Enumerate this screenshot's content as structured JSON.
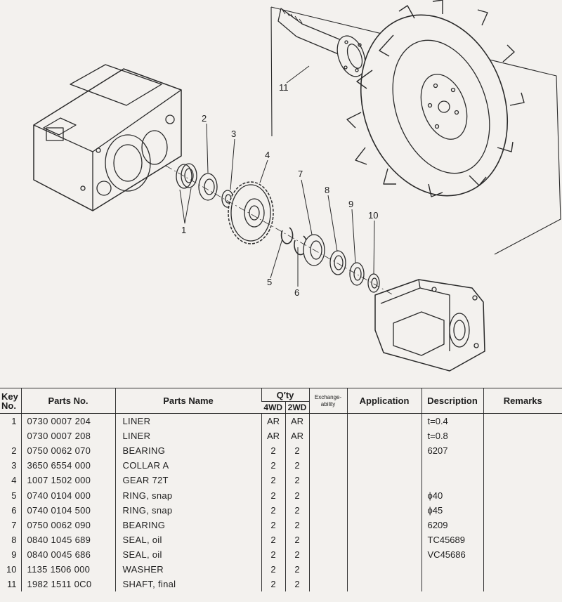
{
  "diagram": {
    "callouts": [
      "1",
      "2",
      "3",
      "4",
      "5",
      "6",
      "7",
      "8",
      "9",
      "10",
      "11"
    ]
  },
  "table": {
    "headers": {
      "key_no": "Key No.",
      "parts_no": "Parts No.",
      "parts_name": "Parts Name",
      "qty": "Q′ty",
      "qty_4wd": "4WD",
      "qty_2wd": "2WD",
      "exchangeability": "Exchange-ability",
      "application": "Application",
      "description": "Description",
      "remarks": "Remarks"
    },
    "rows": [
      {
        "key": "1",
        "part_no": "0730 0007 204",
        "name": "LINER",
        "qty_4wd": "AR",
        "qty_2wd": "AR",
        "exch": "",
        "application": "",
        "description": "t=0.4",
        "remarks": ""
      },
      {
        "key": "",
        "part_no": "0730 0007 208",
        "name": "LINER",
        "qty_4wd": "AR",
        "qty_2wd": "AR",
        "exch": "",
        "application": "",
        "description": "t=0.8",
        "remarks": ""
      },
      {
        "key": "2",
        "part_no": "0750 0062 070",
        "name": "BEARING",
        "qty_4wd": "2",
        "qty_2wd": "2",
        "exch": "",
        "application": "",
        "description": "6207",
        "remarks": ""
      },
      {
        "key": "3",
        "part_no": "3650 6554 000",
        "name": "COLLAR A",
        "qty_4wd": "2",
        "qty_2wd": "2",
        "exch": "",
        "application": "",
        "description": "",
        "remarks": ""
      },
      {
        "key": "4",
        "part_no": "1007 1502 000",
        "name": "GEAR 72T",
        "qty_4wd": "2",
        "qty_2wd": "2",
        "exch": "",
        "application": "",
        "description": "",
        "remarks": ""
      },
      {
        "key": "5",
        "part_no": "0740 0104 000",
        "name": "RING, snap",
        "qty_4wd": "2",
        "qty_2wd": "2",
        "exch": "",
        "application": "",
        "description": "ϕ40",
        "remarks": ""
      },
      {
        "key": "6",
        "part_no": "0740 0104 500",
        "name": "RING, snap",
        "qty_4wd": "2",
        "qty_2wd": "2",
        "exch": "",
        "application": "",
        "description": "ϕ45",
        "remarks": ""
      },
      {
        "key": "7",
        "part_no": "0750 0062 090",
        "name": "BEARING",
        "qty_4wd": "2",
        "qty_2wd": "2",
        "exch": "",
        "application": "",
        "description": "6209",
        "remarks": ""
      },
      {
        "key": "8",
        "part_no": "0840 1045 689",
        "name": "SEAL, oil",
        "qty_4wd": "2",
        "qty_2wd": "2",
        "exch": "",
        "application": "",
        "description": "TC45689",
        "remarks": ""
      },
      {
        "key": "9",
        "part_no": "0840 0045 686",
        "name": "SEAL, oil",
        "qty_4wd": "2",
        "qty_2wd": "2",
        "exch": "",
        "application": "",
        "description": "VC45686",
        "remarks": ""
      },
      {
        "key": "10",
        "part_no": "1135 1506 000",
        "name": "WASHER",
        "qty_4wd": "2",
        "qty_2wd": "2",
        "exch": "",
        "application": "",
        "description": "",
        "remarks": ""
      },
      {
        "key": "11",
        "part_no": "1982 1511 0C0",
        "name": "SHAFT, final",
        "qty_4wd": "2",
        "qty_2wd": "2",
        "exch": "",
        "application": "",
        "description": "",
        "remarks": ""
      }
    ]
  }
}
